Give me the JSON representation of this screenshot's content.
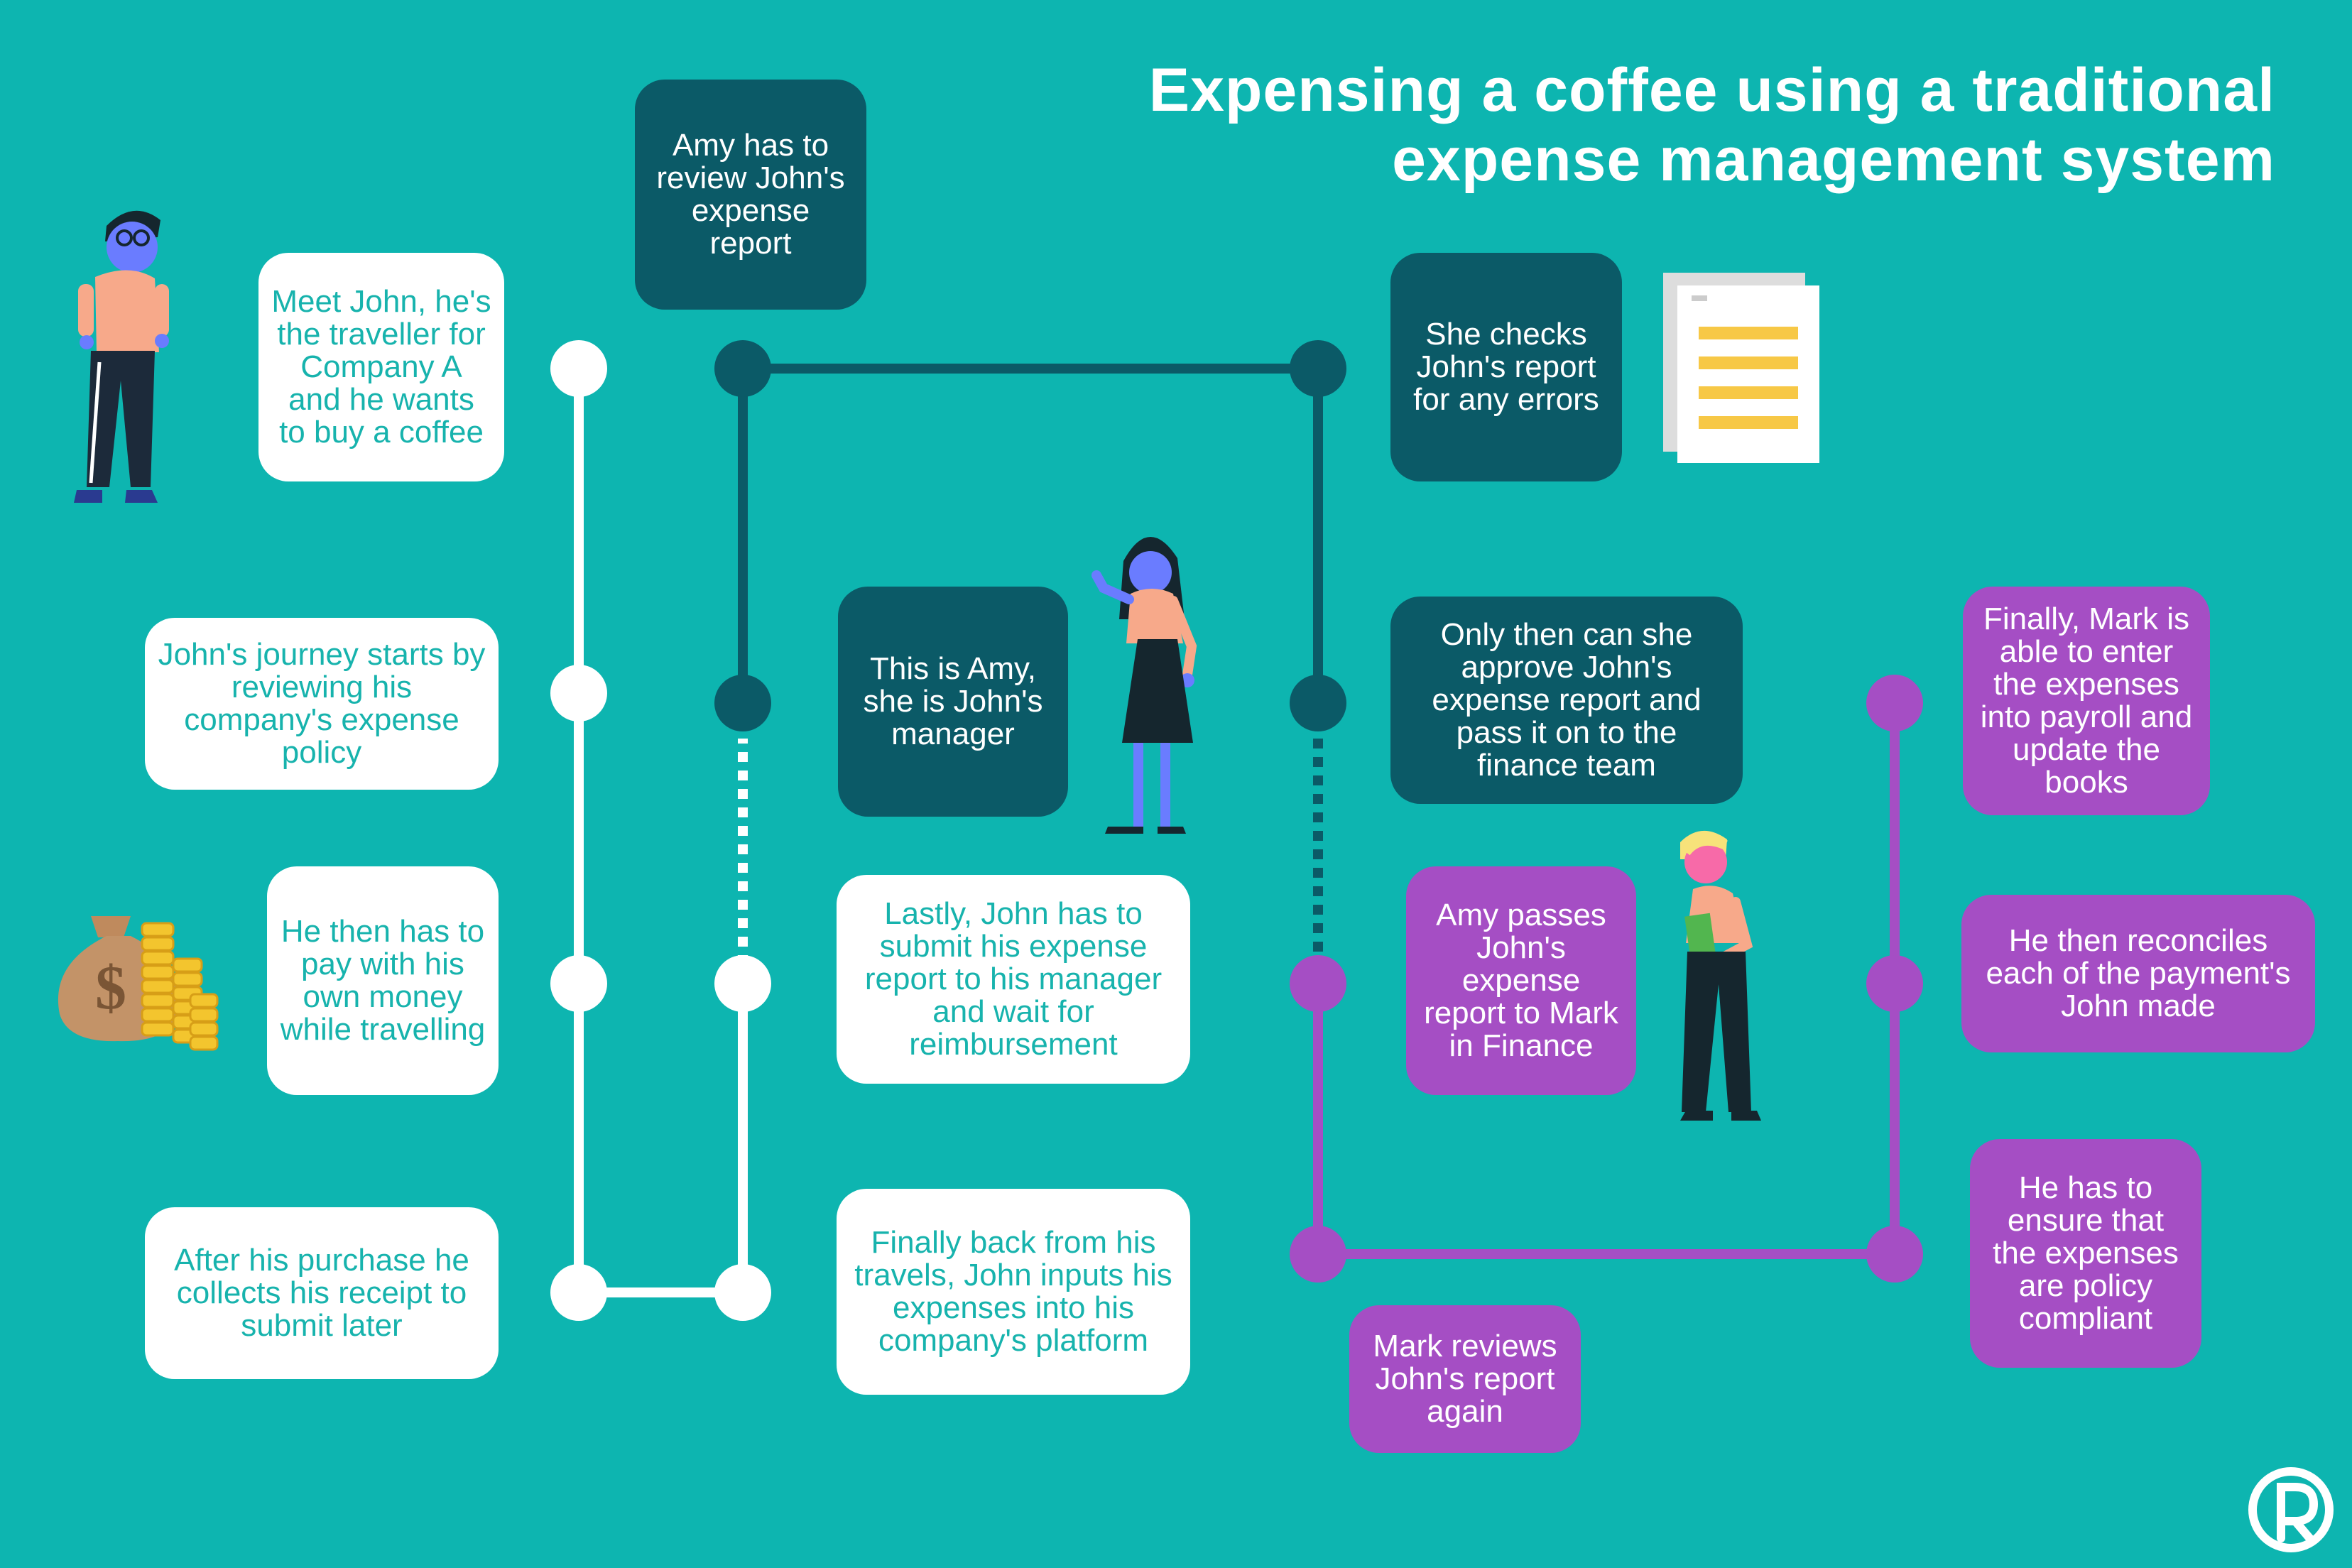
{
  "title": {
    "line1": "Expensing a coffee using a traditional",
    "line2": "expense management system"
  },
  "colors": {
    "background": "#0db5b0",
    "white_path": "#ffffff",
    "teal_path": "#0b5a67",
    "purple_path": "#a54ec4",
    "white_box_text": "#17b3ad"
  },
  "steps": {
    "meet_john": "Meet John, he's the traveller for Company A and he wants to buy a coffee",
    "journey_starts": "John's journey starts by reviewing his company's expense policy",
    "pay_own_money": "He then has to pay with his own money while travelling",
    "collects_receipt": "After his purchase he collects his receipt to submit later",
    "inputs_expenses": "Finally back from his travels, John inputs his expenses into his company's platform",
    "submit_report": "Lastly, John has to submit his expense report to his manager and wait for reimbursement",
    "this_is_amy": "This is Amy, she is John's manager",
    "amy_review": "Amy has to review John's expense report",
    "checks_errors": "She checks John's report for any errors",
    "approve_pass": "Only then can she approve John's expense report and pass it on to the finance team",
    "amy_passes": "Amy passes John's expense report to Mark in Finance",
    "mark_reviews": "Mark reviews John's report again",
    "policy_compliant": "He has to ensure that the expenses are policy compliant",
    "reconciles": "He then reconciles each of the payment's John made",
    "enter_payroll": "Finally, Mark is able to enter the expenses into payroll and update the books"
  },
  "icons": {
    "person_john": "traveller-person-icon",
    "person_amy": "manager-person-icon",
    "person_mark": "finance-person-icon",
    "money": "money-bag-coins-icon",
    "documents": "documents-icon",
    "brand": "brand-logo-icon"
  }
}
